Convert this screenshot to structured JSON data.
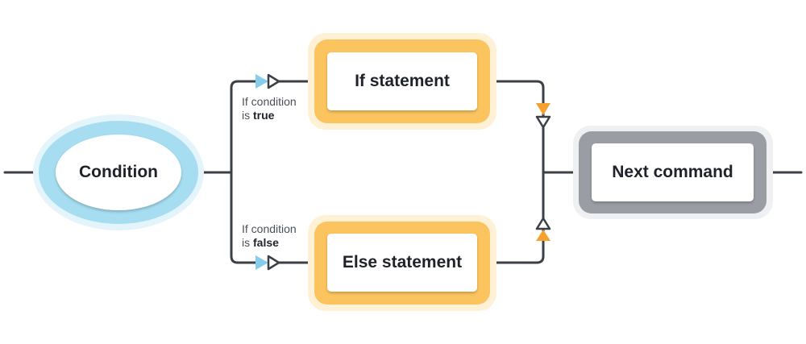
{
  "nodes": {
    "condition": "Condition",
    "if_statement": "If statement",
    "else_statement": "Else statement",
    "next_command": "Next command"
  },
  "branch_labels": {
    "true_prefix_line1": "If condition",
    "true_prefix_line2": "is",
    "true_value": "true",
    "false_prefix_line1": "If condition",
    "false_prefix_line2": "is",
    "false_value": "false"
  },
  "colors": {
    "line": "#3b3f46",
    "condition_ring": "#a6ddf1",
    "condition_halo": "#e3f4fb",
    "statement_border": "#fcc45e",
    "statement_halo": "#fef1d6",
    "next_border": "#9a9ea4",
    "next_halo": "#eef0f2",
    "arrow_blue": "#86cdec",
    "arrow_orange": "#f6a12f"
  }
}
